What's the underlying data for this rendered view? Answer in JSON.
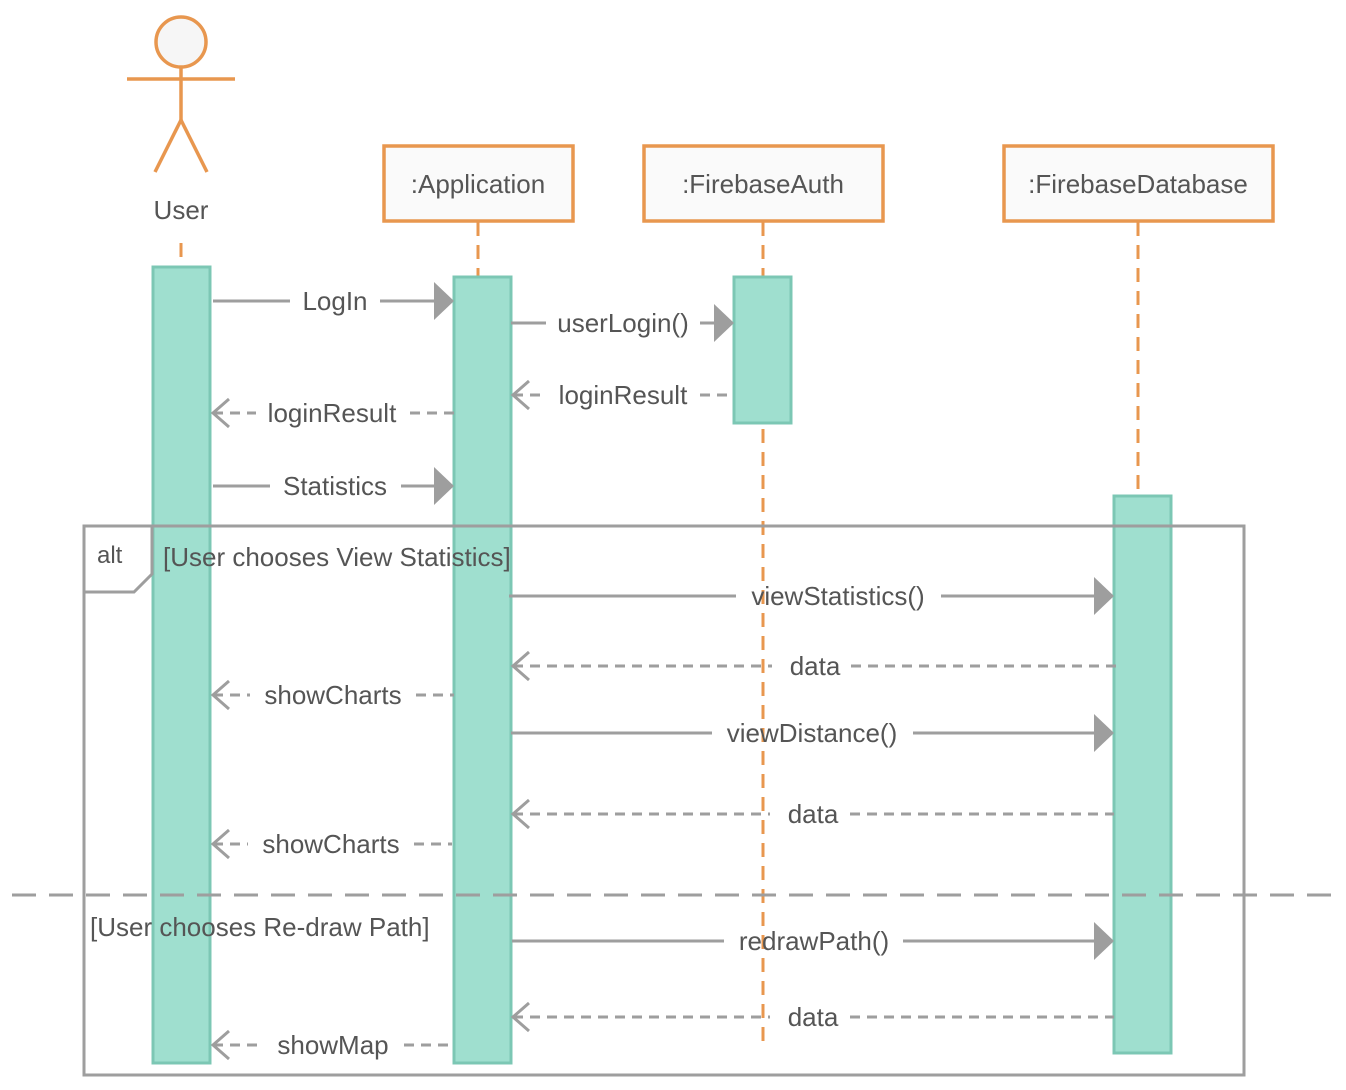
{
  "colors": {
    "actor": "#e8974f",
    "lifeline_box": "#e8974f",
    "activation_fill": "#9fdfcf",
    "activation_stroke": "#7cc7b4",
    "message": "#9e9e9e",
    "frame": "#9e9e9e",
    "text": "#555555"
  },
  "actor": {
    "label": "User"
  },
  "lifelines": [
    {
      "id": "app",
      "label": ":Application"
    },
    {
      "id": "auth",
      "label": ":FirebaseAuth"
    },
    {
      "id": "db",
      "label": ":FirebaseDatabase"
    }
  ],
  "messages": [
    {
      "label": "LogIn",
      "kind": "call",
      "from": "user",
      "to": "app"
    },
    {
      "label": "userLogin()",
      "kind": "call",
      "from": "app",
      "to": "auth"
    },
    {
      "label": "loginResult",
      "kind": "return",
      "from": "auth",
      "to": "app"
    },
    {
      "label": "loginResult",
      "kind": "return",
      "from": "app",
      "to": "user"
    },
    {
      "label": "Statistics",
      "kind": "call",
      "from": "user",
      "to": "app"
    },
    {
      "label": "viewStatistics()",
      "kind": "call",
      "from": "app",
      "to": "db"
    },
    {
      "label": "data",
      "kind": "return",
      "from": "db",
      "to": "app"
    },
    {
      "label": "showCharts",
      "kind": "return",
      "from": "app",
      "to": "user"
    },
    {
      "label": "viewDistance()",
      "kind": "call",
      "from": "app",
      "to": "db"
    },
    {
      "label": "data",
      "kind": "return",
      "from": "db",
      "to": "app"
    },
    {
      "label": "showCharts",
      "kind": "return",
      "from": "app",
      "to": "user"
    },
    {
      "label": "redrawPath()",
      "kind": "call",
      "from": "app",
      "to": "db"
    },
    {
      "label": "data",
      "kind": "return",
      "from": "db",
      "to": "app"
    },
    {
      "label": "showMap",
      "kind": "return",
      "from": "app",
      "to": "user"
    }
  ],
  "alt_frame": {
    "keyword": "alt",
    "guards": [
      "[User chooses View Statistics]",
      "[User chooses Re-draw Path]"
    ]
  }
}
